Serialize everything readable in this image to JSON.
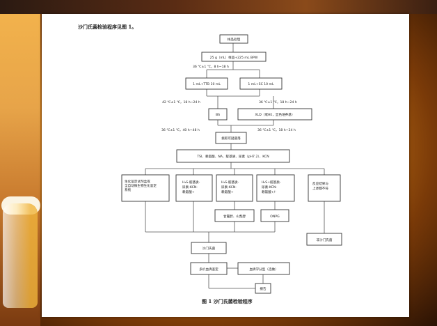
{
  "heading": "沙门氏菌检验程序见图 1。",
  "caption": "图 1   沙门氏菌检验程序",
  "steps": {
    "sample": "样品处理",
    "enrich1": "25 g（mL）样品+225 mL BPW",
    "cond1": "36 ℃±1 ℃，8 h~18 h",
    "tt": "1 mL+TTB 10 mL",
    "sc": "1 mL+SC 10 mL",
    "cond2a": "42 ℃±1 ℃，18 h~24 h",
    "cond2b": "36 ℃±1 ℃，18 h~24 h",
    "bs": "BS",
    "xld": "XLD（或HE，显色培养基）",
    "cond3a": "36 ℃±1 ℃，40 h~48 h",
    "cond3b": "36 ℃±1 ℃，18 h~24 h",
    "suspect": "挑取可疑菌落",
    "biochem": "TSI、赖氨酸、NA、靛基质、尿素（pH7.2）、KCN",
    "col1": "生化鉴定试剂盒或全自动微生物生化鉴定系统",
    "col2": "H₂S-靛基质-尿素-KCN-赖氨酸+",
    "col3": "H₂S-靛基质-尿素-KCN-赖氨酸+",
    "col4": "H₂S+靛基质-尿素-KCN-赖氨酸+/-",
    "col5": "反应结果与上述都不符",
    "sugar": "甘露醇、山梨醇",
    "onpg": "ONPG",
    "salmonella": "沙门氏菌",
    "nonsal": "非沙门氏菌",
    "serotype": "多价血清鉴定",
    "serogroup": "血清学分型（选做）",
    "report": "报告"
  }
}
